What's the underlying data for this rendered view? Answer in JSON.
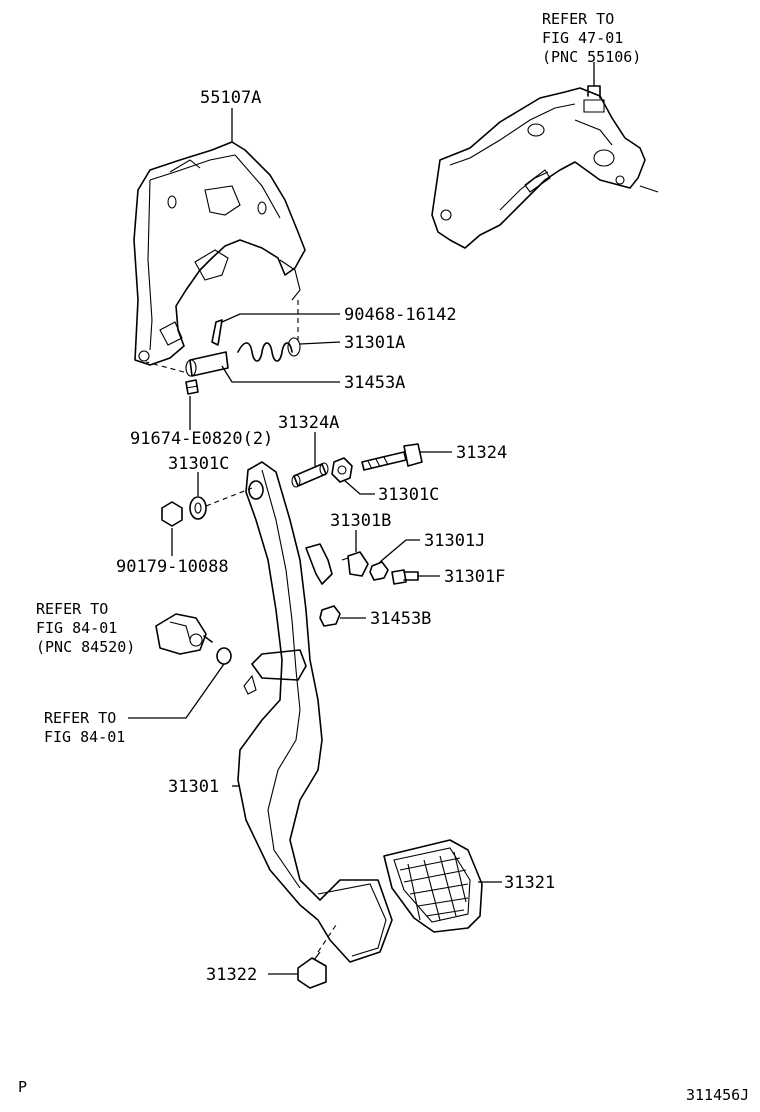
{
  "labels": {
    "p55107a": "55107A",
    "p90468": "90468-16142",
    "p31301a": "31301A",
    "p31453a": "31453A",
    "p91674": "91674-E0820(2)",
    "p31324a": "31324A",
    "p31324": "31324",
    "p31301c_left": "31301C",
    "p31301c_right": "31301C",
    "p31301b": "31301B",
    "p31301j": "31301J",
    "p31301f": "31301F",
    "p90179": "90179-10088",
    "p31453b": "31453B",
    "p31301": "31301",
    "p31321": "31321",
    "p31322": "31322"
  },
  "refs": {
    "top_right": [
      "REFER TO",
      "FIG 47-01",
      "(PNC 55106)"
    ],
    "switch": [
      "REFER TO",
      "FIG 84-01",
      "(PNC 84520)"
    ],
    "nut": [
      "REFER TO",
      "FIG 84-01"
    ]
  },
  "footer": {
    "left_code": "P",
    "right_code": "311456J"
  }
}
